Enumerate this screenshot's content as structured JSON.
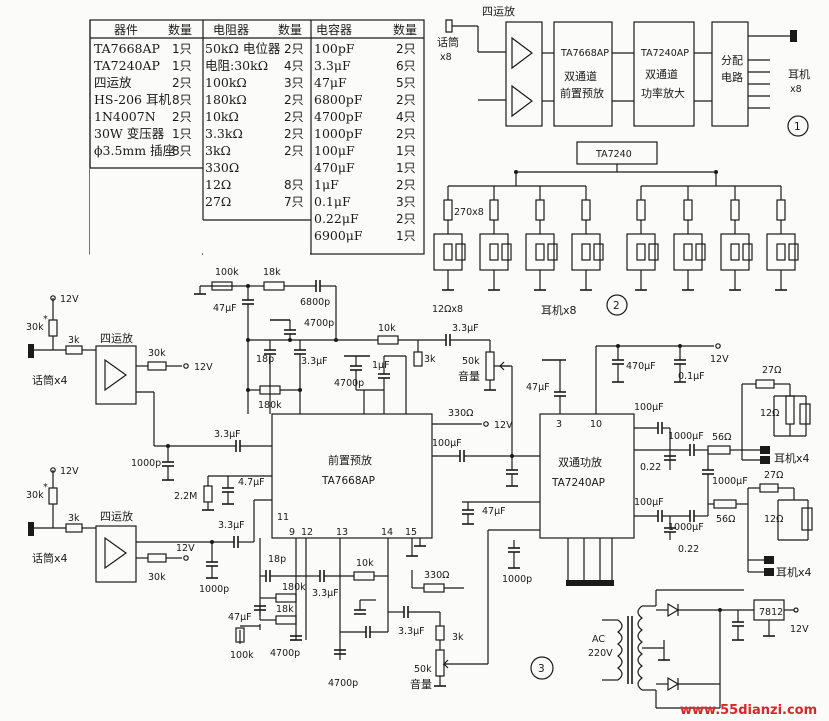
{
  "parts_table": {
    "col1": {
      "header": "器件",
      "qty_header": "数量",
      "rows": [
        {
          "name": "TA7668AP",
          "qty": "1只"
        },
        {
          "name": "TA7240AP",
          "qty": "1只"
        },
        {
          "name": "四运放",
          "qty": "2只"
        },
        {
          "name": "HS-206 耳机",
          "qty": "8只"
        },
        {
          "name": "1N4007N",
          "qty": "2只"
        },
        {
          "name": "30W 变压器",
          "qty": "1只"
        },
        {
          "name": "ϕ3.5mm 插座",
          "qty": "8只"
        }
      ]
    },
    "col2": {
      "header": "电阻器",
      "qty_header": "数量",
      "rows": [
        {
          "name": "50kΩ 电位器",
          "qty": "2只"
        },
        {
          "name": "电阻:30kΩ",
          "qty": "4只"
        },
        {
          "name": "100kΩ",
          "qty": "3只"
        },
        {
          "name": "180kΩ",
          "qty": "2只"
        },
        {
          "name": "10kΩ",
          "qty": "2只"
        },
        {
          "name": "3.3kΩ",
          "qty": "2只"
        },
        {
          "name": "3kΩ",
          "qty": "2只"
        },
        {
          "name": "330Ω",
          "qty": ""
        },
        {
          "name": "12Ω",
          "qty": "8只"
        },
        {
          "name": "27Ω",
          "qty": "7只"
        }
      ]
    },
    "col3": {
      "header": "电容器",
      "qty_header": "数量",
      "rows": [
        {
          "name": "100pF",
          "qty": "2只"
        },
        {
          "name": "3.3μF",
          "qty": "6只"
        },
        {
          "name": "47μF",
          "qty": "5只"
        },
        {
          "name": "6800pF",
          "qty": "2只"
        },
        {
          "name": "4700pF",
          "qty": "4只"
        },
        {
          "name": "1000pF",
          "qty": "2只"
        },
        {
          "name": "100μF",
          "qty": "1只"
        },
        {
          "name": "470μF",
          "qty": "1只"
        },
        {
          "name": "1μF",
          "qty": "2只"
        },
        {
          "name": "0.1μF",
          "qty": "3只"
        },
        {
          "name": "0.22μF",
          "qty": "2只"
        },
        {
          "name": "6900μF",
          "qty": "1只"
        }
      ]
    }
  },
  "block_diagram": {
    "mic_label": "话筒",
    "mic_count": "x8",
    "opamp_label": "四运放",
    "pre_chip": "TA7668AP",
    "pre_line1": "双通道",
    "pre_line2": "前置预放",
    "pwr_chip": "TA7240AP",
    "pwr_line1": "双通道",
    "pwr_line2": "功率放大",
    "dist_line1": "分配",
    "dist_line2": "电路",
    "ear_label": "耳机",
    "ear_count": "x8",
    "figure_num": "1"
  },
  "distribution": {
    "chip": "TA7240",
    "res_label": "270x8",
    "r12_label": "12Ωx8",
    "ear_label": "耳机x8",
    "figure_num": "2"
  },
  "schematic": {
    "figure_num": "3",
    "v12": "12V",
    "mic_x4": "话筒x4",
    "opamp": "四运放",
    "r30k_star": "30k",
    "star": "*",
    "r3k": "3k",
    "r30k": "30k",
    "pre_chip_title": "前置预放",
    "pre_chip_model": "TA7668AP",
    "pwr_chip_title": "双通功放",
    "pwr_chip_model": "TA7240AP",
    "pin3": "3",
    "pin10": "10",
    "pin11": "11",
    "pin9": "9",
    "pin12": "12",
    "pin13": "13",
    "pin14": "14",
    "pin15": "15",
    "r100k": "100k",
    "r18k": "18k",
    "c6800p": "6800p",
    "c47u": "47μF",
    "c4700p": "4700p",
    "c18p": "18p",
    "c33u": "3.3μF",
    "r180k": "180k",
    "r10k": "10k",
    "c1u": "1μF",
    "pot50k": "50k",
    "vol": "音量",
    "c1000p": "1000p",
    "r330": "330Ω",
    "c100u": "100μF",
    "r22m": "2.2M",
    "c47u2": "4.7μF",
    "c470u": "470μF",
    "c01u": "0.1μF",
    "c1000u": "1000μF",
    "r56": "56Ω",
    "c022": "0.22",
    "r27": "27Ω",
    "r12": "12Ω",
    "ear_x4": "耳机x4",
    "ac": "AC",
    "ac_v": "220V",
    "reg": "7812"
  },
  "watermark": "www.55dianzi.com"
}
